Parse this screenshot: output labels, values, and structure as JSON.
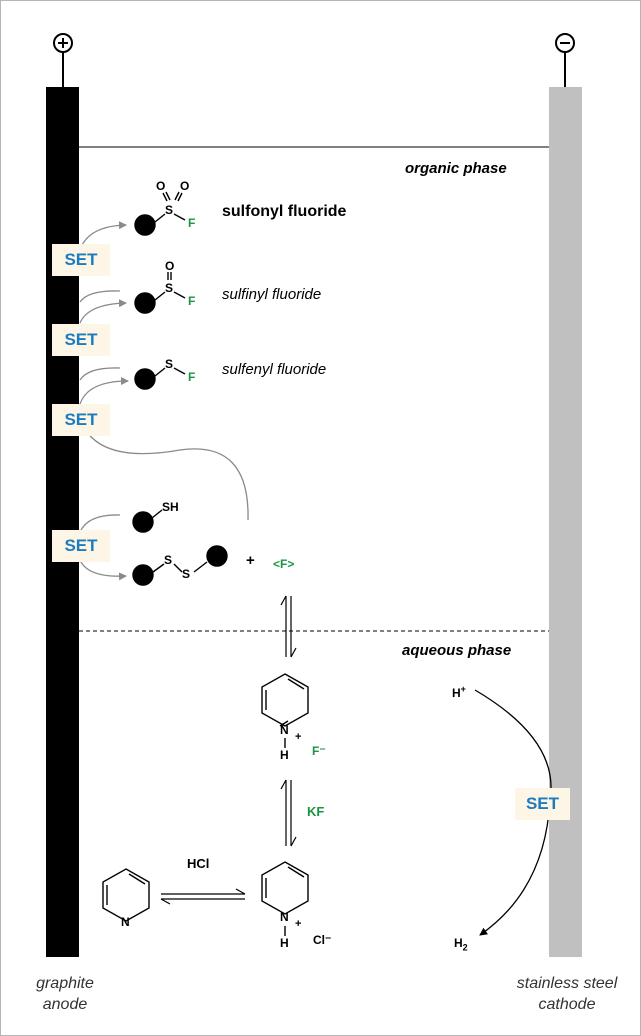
{
  "colors": {
    "anode": "#000000",
    "cathode": "#c0c0c0",
    "set_text": "#1d7bbf",
    "set_bg": "#fdf6e6",
    "fluoride_green": "#1a9641"
  },
  "electrodes": {
    "anode_sign": "+",
    "cathode_sign": "−",
    "anode_caption_line1": "graphite",
    "anode_caption_line2": "anode",
    "cathode_caption_line1": "stainless steel",
    "cathode_caption_line2": "cathode"
  },
  "phases": {
    "organic": "organic phase",
    "aqueous": "aqueous phase"
  },
  "set_label": "SET",
  "species": {
    "sulfonyl": "sulfonyl fluoride",
    "sulfinyl": "sulfinyl fluoride",
    "sulfenyl": "sulfenyl fluoride",
    "thiol_group": "SH",
    "fluoride_source": "<F>",
    "plus": "+"
  },
  "atoms": {
    "O": "O",
    "S": "S",
    "F": "F",
    "N": "N",
    "H": "H",
    "plus": "+"
  },
  "aqueous": {
    "fluoride_anion": "F⁻",
    "chloride_anion": "Cl⁻",
    "kf": "KF",
    "hcl": "HCl",
    "proton": "H",
    "proton_charge": "+",
    "hydrogen": "H",
    "hydrogen_sub": "2"
  }
}
